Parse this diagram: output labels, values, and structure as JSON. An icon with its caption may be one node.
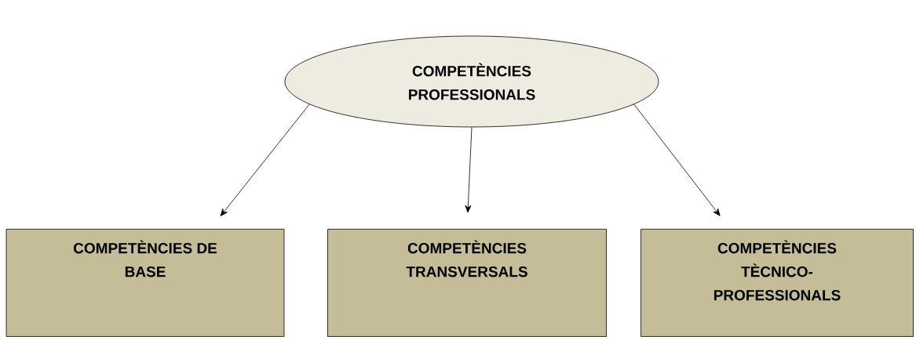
{
  "diagram": {
    "nodes": [
      {
        "text": [
          "COMPETÈNCIES PROFESSIONALS"
        ]
      },
      {
        "text": [
          "COMPETÈNCIES DE BASE"
        ]
      },
      {
        "text": [
          "COMPETÈNCIES TRANSVERSALS"
        ]
      },
      {
        "text": [
          "COMPETÈNCIES TÈCNICO-PROFESSIONALS"
        ]
      }
    ],
    "edges": [
      {
        "from": 0,
        "to": 1,
        "arrow": "to"
      },
      {
        "from": 0,
        "to": 2,
        "arrow": "to"
      },
      {
        "from": 0,
        "to": 3,
        "arrow": "to"
      }
    ]
  }
}
